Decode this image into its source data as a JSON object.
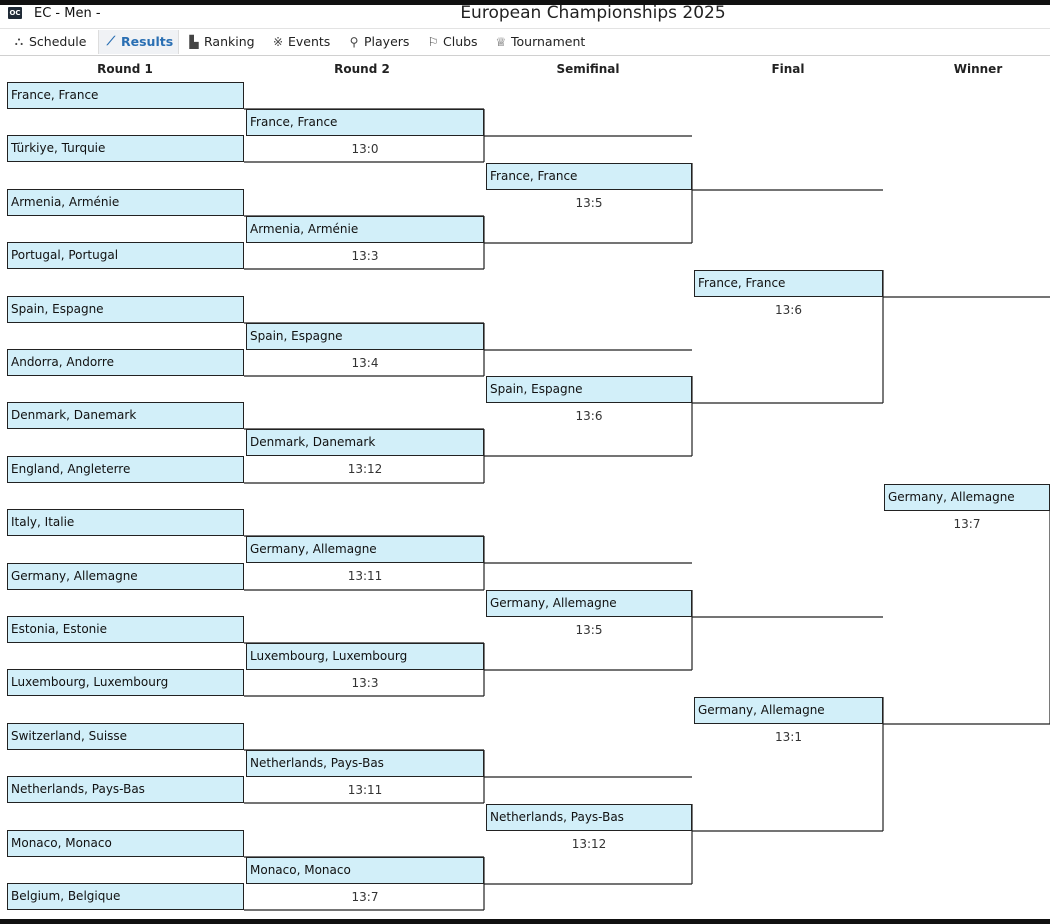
{
  "app": {
    "logo_text": "OC",
    "event_selector": "EC - Men -",
    "title": "European Championships 2025"
  },
  "nav": [
    {
      "label": "Schedule",
      "icon": "schedule-icon",
      "glyph": "⛬",
      "active": false
    },
    {
      "label": "Results",
      "icon": "results-icon",
      "glyph": "⟋",
      "active": true
    },
    {
      "label": "Ranking",
      "icon": "ranking-icon",
      "glyph": "▙",
      "active": false
    },
    {
      "label": "Events",
      "icon": "events-icon",
      "glyph": "※",
      "active": false
    },
    {
      "label": "Players",
      "icon": "players-icon",
      "glyph": "⚲",
      "active": false
    },
    {
      "label": "Clubs",
      "icon": "clubs-icon",
      "glyph": "⚐",
      "active": false
    },
    {
      "label": "Tournament",
      "icon": "tournament-icon",
      "glyph": "♕",
      "active": false
    }
  ],
  "columns": [
    "Round 1",
    "Round 2",
    "Semifinal",
    "Final",
    "Winner"
  ],
  "colors": {
    "box_fill": "#d2eff9",
    "line": "#222222",
    "active_tab": "#2a6fb3"
  },
  "bracket": {
    "round1": [
      "France, France",
      "Türkiye, Turquie",
      "Armenia, Arménie",
      "Portugal, Portugal",
      "Spain, Espagne",
      "Andorra, Andorre",
      "Denmark, Danemark",
      "England, Angleterre",
      "Italy, Italie",
      "Germany, Allemagne",
      "Estonia, Estonie",
      "Luxembourg, Luxembourg",
      "Switzerland, Suisse",
      "Netherlands, Pays-Bas",
      "Monaco, Monaco",
      "Belgium, Belgique"
    ],
    "round2": [
      {
        "team": "France, France",
        "score": "13:0"
      },
      {
        "team": "Armenia, Arménie",
        "score": "13:3"
      },
      {
        "team": "Spain, Espagne",
        "score": "13:4"
      },
      {
        "team": "Denmark, Danemark",
        "score": "13:12"
      },
      {
        "team": "Germany, Allemagne",
        "score": "13:11"
      },
      {
        "team": "Luxembourg, Luxembourg",
        "score": "13:3"
      },
      {
        "team": "Netherlands, Pays-Bas",
        "score": "13:11"
      },
      {
        "team": "Monaco, Monaco",
        "score": "13:7"
      }
    ],
    "semifinal": [
      {
        "team": "France, France",
        "score": "13:5"
      },
      {
        "team": "Spain, Espagne",
        "score": "13:6"
      },
      {
        "team": "Germany, Allemagne",
        "score": "13:5"
      },
      {
        "team": "Netherlands, Pays-Bas",
        "score": "13:12"
      }
    ],
    "final": [
      {
        "team": "France, France",
        "score": "13:6"
      },
      {
        "team": "Germany, Allemagne",
        "score": "13:1"
      }
    ],
    "winner": [
      {
        "team": "Germany, Allemagne",
        "score": "13:7"
      }
    ]
  }
}
